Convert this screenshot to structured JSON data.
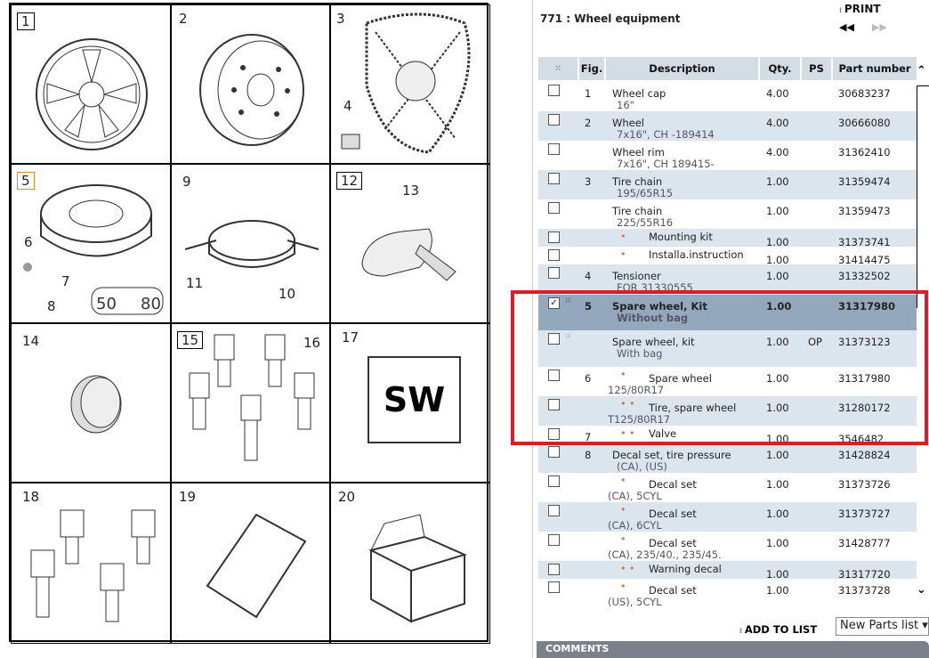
{
  "illustrations": [
    {
      "n": "1",
      "boxed": true
    },
    {
      "n": "2"
    },
    {
      "n": "3"
    },
    {
      "n": "4"
    },
    {
      "n": "5",
      "boxed": true
    },
    {
      "n": "6"
    },
    {
      "n": "7"
    },
    {
      "n": "8"
    },
    {
      "n": "9"
    },
    {
      "n": "10"
    },
    {
      "n": "11"
    },
    {
      "n": "12",
      "boxed": true
    },
    {
      "n": "13"
    },
    {
      "n": "14"
    },
    {
      "n": "15",
      "boxed": true
    },
    {
      "n": "16"
    },
    {
      "n": "17"
    },
    {
      "sw": "SW"
    },
    {
      "n": "18"
    },
    {
      "n": "19"
    },
    {
      "n": "20"
    }
  ],
  "header": {
    "title": "771 : Wheel equipment",
    "print": "PRINT",
    "prev": "◀◀",
    "next": "▶▶"
  },
  "columns": [
    "Fig.",
    "Description",
    "Qty.",
    "PS",
    "Part number"
  ],
  "rows": [
    {
      "fig": "1",
      "desc": "Wheel cap",
      "sub": "16\"",
      "qty": "4.00",
      "ps": "",
      "pn": "30683237"
    },
    {
      "fig": "2",
      "desc": "Wheel",
      "sub": "7x16\", CH -189414",
      "qty": "4.00",
      "ps": "",
      "pn": "30666080"
    },
    {
      "fig": "",
      "desc": "Wheel rim",
      "sub": "7x16\", CH 189415-",
      "qty": "4.00",
      "ps": "",
      "pn": "31362410"
    },
    {
      "fig": "3",
      "desc": "Tire chain",
      "sub": "195/65R15",
      "qty": "1.00",
      "ps": "",
      "pn": "31359474"
    },
    {
      "fig": "",
      "desc": "Tire chain",
      "sub": "225/55R16",
      "qty": "1.00",
      "ps": "",
      "pn": "31359473"
    },
    {
      "fig": "",
      "dots": "•",
      "desc": "Mounting kit",
      "sub": "",
      "qty": "1.00",
      "ps": "",
      "pn": "31373741"
    },
    {
      "fig": "",
      "dots": "•",
      "desc": "Installa.instruction",
      "sub": "",
      "qty": "1.00",
      "ps": "",
      "pn": "31414475"
    },
    {
      "fig": "4",
      "desc": "Tensioner",
      "sub": "FOR 31330555",
      "qty": "1.00",
      "ps": "",
      "pn": "31332502"
    },
    {
      "fig": "5",
      "desc": "Spare wheel, Kit",
      "sub": "Without bag",
      "qty": "1.00",
      "ps": "",
      "pn": "31317980",
      "checked": true
    },
    {
      "fig": "",
      "desc": "Spare wheel, kit",
      "sub": "With bag",
      "qty": "1.00",
      "ps": "OP",
      "pn": "31373123"
    },
    {
      "fig": "6",
      "dots": "•",
      "desc": "Spare wheel",
      "sub": "125/80R17",
      "qty": "1.00",
      "ps": "",
      "pn": "31317980"
    },
    {
      "fig": "",
      "dots": "• •",
      "desc": "Tire, spare wheel",
      "sub": "T125/80R17",
      "qty": "1.00",
      "ps": "",
      "pn": "31280172"
    },
    {
      "fig": "7",
      "dots": "• •",
      "desc": "Valve",
      "sub": "",
      "qty": "1.00",
      "ps": "",
      "pn": "3546482"
    },
    {
      "fig": "8",
      "desc": "Decal set, tire pressure",
      "sub": "(CA), (US)",
      "qty": "1.00",
      "ps": "",
      "pn": "31428824"
    },
    {
      "fig": "",
      "dots": "•",
      "desc": "Decal set",
      "sub": "(CA), 5CYL",
      "qty": "1.00",
      "ps": "",
      "pn": "31373726"
    },
    {
      "fig": "",
      "dots": "•",
      "desc": "Decal set",
      "sub": "(CA), 6CYL",
      "qty": "1.00",
      "ps": "",
      "pn": "31373727"
    },
    {
      "fig": "",
      "dots": "•",
      "desc": "Decal set",
      "sub": "(CA), 235/40., 235/45.",
      "qty": "1.00",
      "ps": "",
      "pn": "31428777"
    },
    {
      "fig": "",
      "dots": "• •",
      "desc": "Warning decal",
      "sub": "",
      "qty": "1.00",
      "ps": "",
      "pn": "31317720"
    },
    {
      "fig": "",
      "dots": "•",
      "desc": "Decal set",
      "sub": "(US), 5CYL",
      "qty": "1.00",
      "ps": "",
      "pn": "31373728"
    }
  ],
  "footer": {
    "add_to_list": "ADD TO LIST",
    "list_select": "New Parts list",
    "comments": "COMMENTS"
  }
}
